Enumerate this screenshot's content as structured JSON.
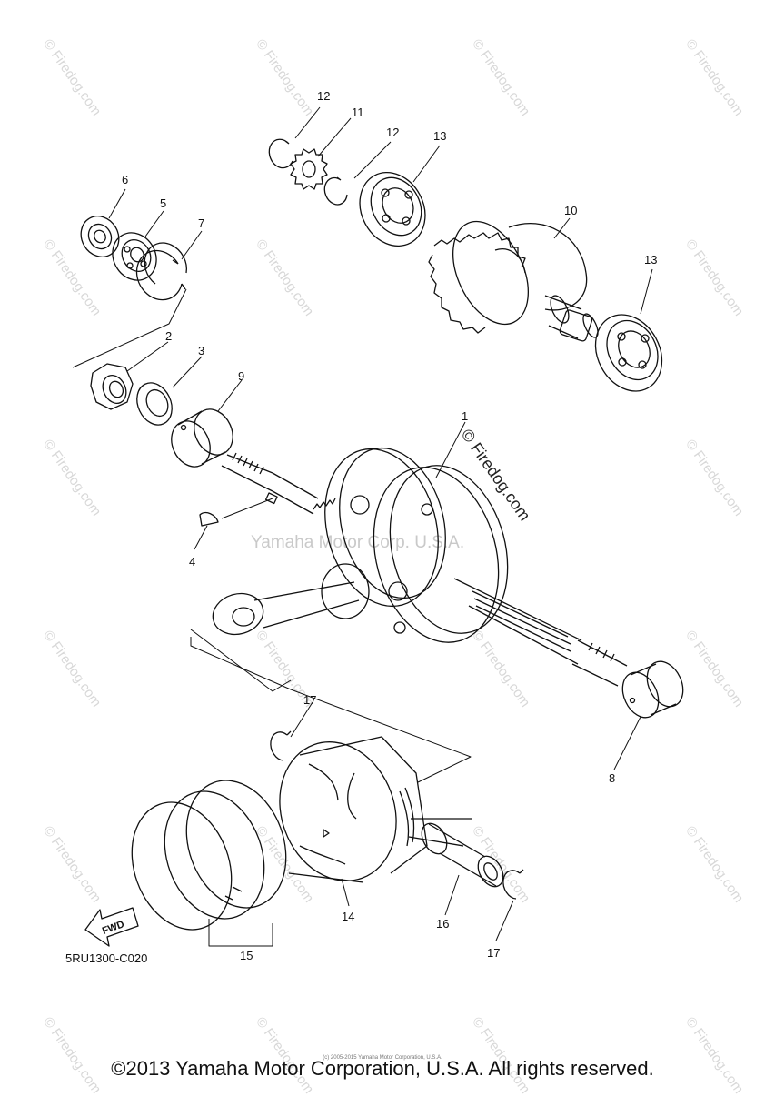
{
  "diagram": {
    "part_labels": [
      "1",
      "2",
      "3",
      "4",
      "5",
      "6",
      "7",
      "8",
      "9",
      "10",
      "11",
      "12",
      "12",
      "13",
      "13",
      "14",
      "15",
      "16",
      "17",
      "17"
    ],
    "fwd_label": "FWD",
    "diagram_code": "5RU1300-C020",
    "center_watermark": "Yamaha Motor Corp. U.S.A.",
    "firedog_mark": "© Firedog.com",
    "watermark_text": "© Firedog.com",
    "copyright": "©2013 Yamaha Motor Corporation, U.S.A. All rights reserved.",
    "tiny_print": "(c) 2005-2015 Yamaha Motor Corporation, U.S.A."
  }
}
